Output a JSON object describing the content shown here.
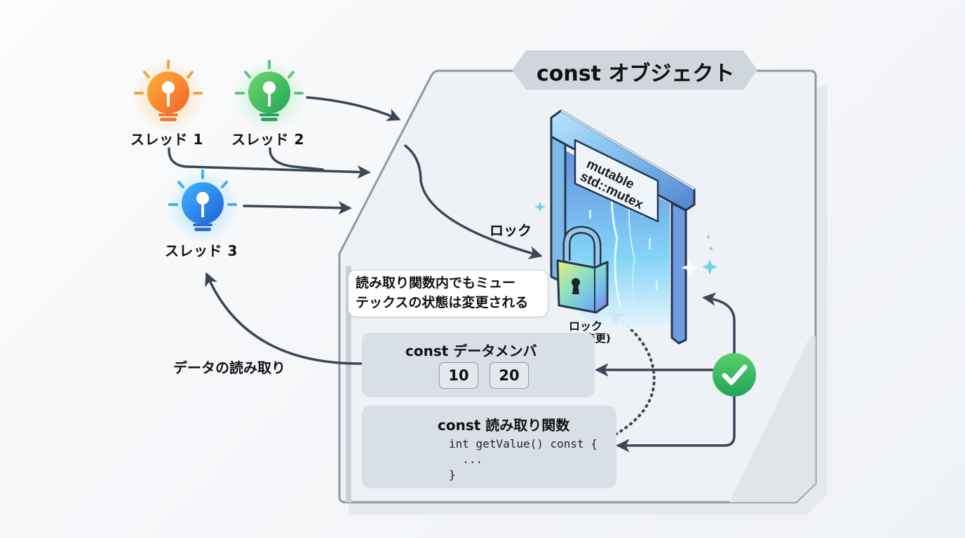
{
  "title": "const オブジェクト",
  "threads": [
    {
      "label": "スレッド 1",
      "color": "#f07a28",
      "icon": "lightbulb-icon"
    },
    {
      "label": "スレッド 2",
      "color": "#3bb05a",
      "icon": "lightbulb-icon"
    },
    {
      "label": "スレッド 3",
      "color": "#2f7fe0",
      "icon": "lightbulb-icon"
    }
  ],
  "mutex": {
    "sign_line1": "mutable",
    "sign_line2": "std::mutex",
    "lock_icon": "padlock-icon"
  },
  "labels": {
    "lock": "ロック",
    "lock_state_line1": "ロック",
    "lock_state_line2": "(状態変更)",
    "data_read": "データの読み取り"
  },
  "note": {
    "line1": "読み取り関数内でもミュー",
    "line2": "テックスの状態は変更される"
  },
  "data_members": {
    "title": "const データメンバ",
    "values": [
      "10",
      "20"
    ]
  },
  "read_function": {
    "title": "const 読み取り関数",
    "code_line1": "int getValue() const {",
    "code_line2": "  ...",
    "code_line3": "}",
    "icon": "scroll-icon"
  },
  "check_icon": "checkmark-icon",
  "colors": {
    "arrow": "#3b4756",
    "container_border": "#8f99a4",
    "panel_bg": "#d9dfe6",
    "title_bg": "#cfd6de",
    "check_green": "#2fb35a"
  }
}
